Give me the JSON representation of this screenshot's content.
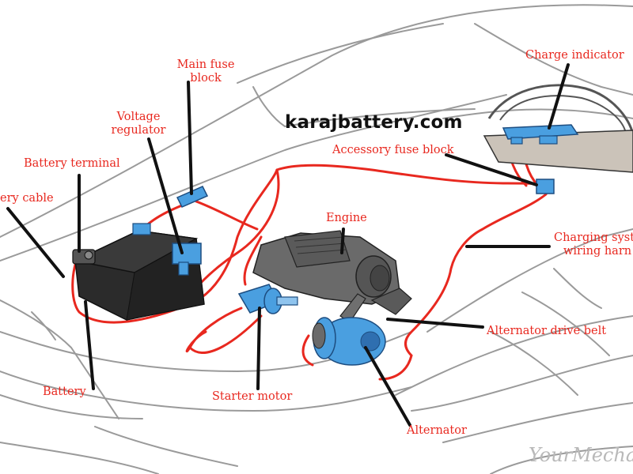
{
  "watermark": "karajbattery.com",
  "logo_text": "YourMecha",
  "labels": {
    "main_fuse_block": [
      "Main fuse",
      "block"
    ],
    "voltage_regulator": [
      "Voltage",
      "regulator"
    ],
    "battery_terminal": "Battery terminal",
    "battery_cable": "ery cable",
    "charge_indicator": "Charge indicator",
    "accessory_fuse_block": "Accessory fuse block",
    "engine": "Engine",
    "charging_system_wiring": [
      "Charging syst",
      "wiring harn"
    ],
    "alternator_drive_belt": "Alternator drive belt",
    "battery": "Battery",
    "starter_motor": "Starter motor",
    "alternator": "Alternator"
  },
  "colors": {
    "wire": "#e8281f",
    "component_blue": "#4a9fe0",
    "label_red": "#e8281f",
    "car_outline": "#9a9a9a",
    "battery_body": "#2b2b2b"
  }
}
